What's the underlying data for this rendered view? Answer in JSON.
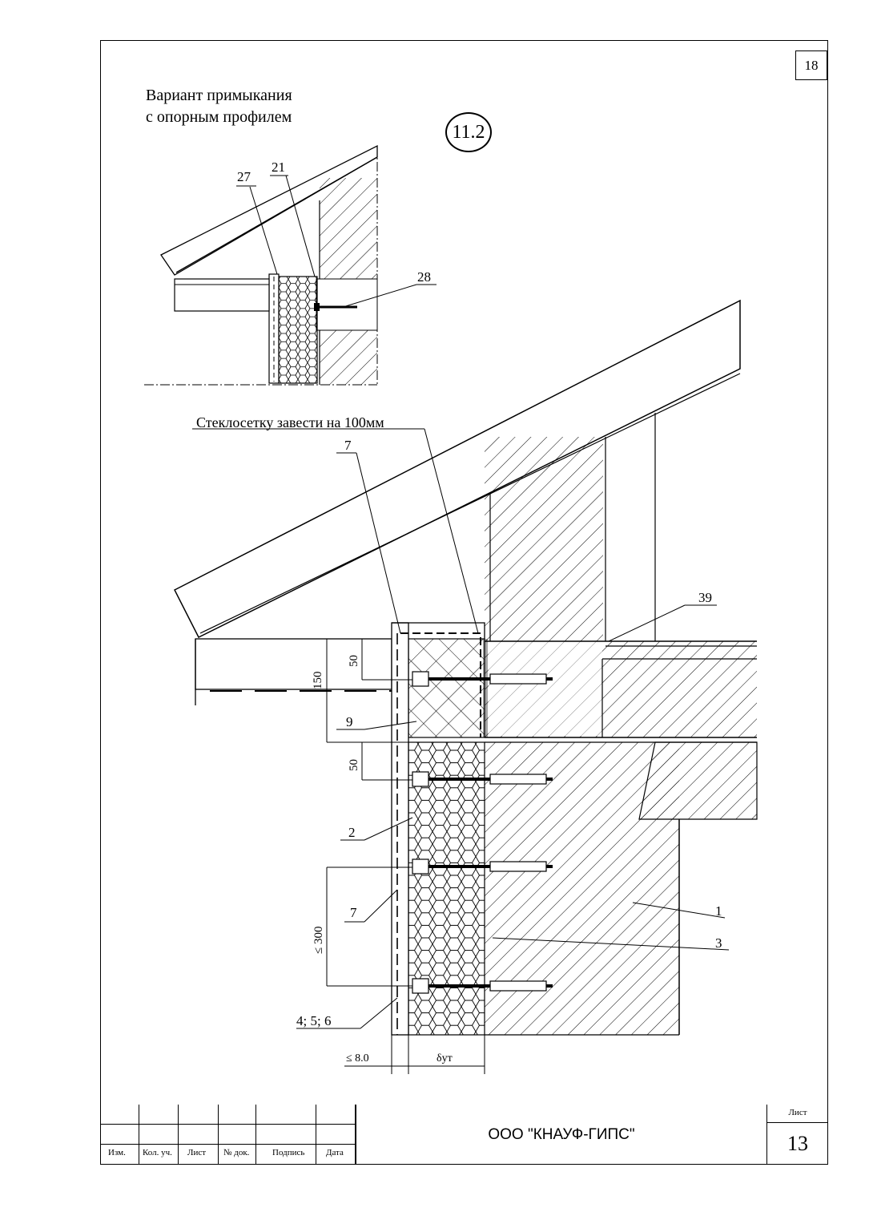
{
  "sheet_corner_number": "18",
  "variant_title_line1": "Вариант примыкания",
  "variant_title_line2": "с опорным профилем",
  "detail_mark": "11.2",
  "callouts": {
    "c27": "27",
    "c21": "21",
    "c28": "28",
    "mesh_note": "Стеклосетку завести на 100мм",
    "c7_top": "7",
    "c39": "39",
    "c9": "9",
    "c2": "2",
    "c7_low": "7",
    "c1": "1",
    "c3": "3",
    "c456": "4; 5; 6"
  },
  "dimensions": {
    "d150": "150",
    "d50a": "50",
    "d50b": "50",
    "d300": "≤ 300",
    "d8": "≤ 8.0",
    "dut": "δут"
  },
  "stamp": {
    "headers": [
      "Изм.",
      "Кол. уч.",
      "Лист",
      "№ док.",
      "Подпись",
      "Дата"
    ],
    "company": "ООО \"КНАУФ-ГИПС\"",
    "sheet_label": "Лист",
    "sheet_number": "13"
  }
}
